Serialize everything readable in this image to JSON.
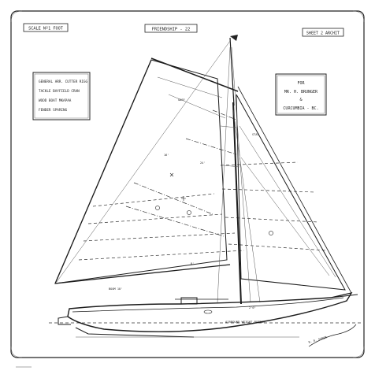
{
  "title_block": {
    "scale": "SCALE Nº1 FOOT",
    "name": "FRIENDSHIP - 22",
    "sheet": "SHEET 2 ARCHIT"
  },
  "spec_box": {
    "lines": [
      "GENERAL ARR. CUTTER RIGG",
      "TACKLE BAYFIELD CRAN",
      "WOOD BOAT MKAPAA",
      "FENDER SPARING"
    ]
  },
  "owner_box": {
    "lines": [
      "FOR",
      "MR. H. BRUNGER",
      "&",
      "CURCUMBIA - BC."
    ]
  },
  "annotations": {
    "waterline_note": "AIRBOUND WEIGHT BOTTOM"
  },
  "signature": "R. R. STROM"
}
